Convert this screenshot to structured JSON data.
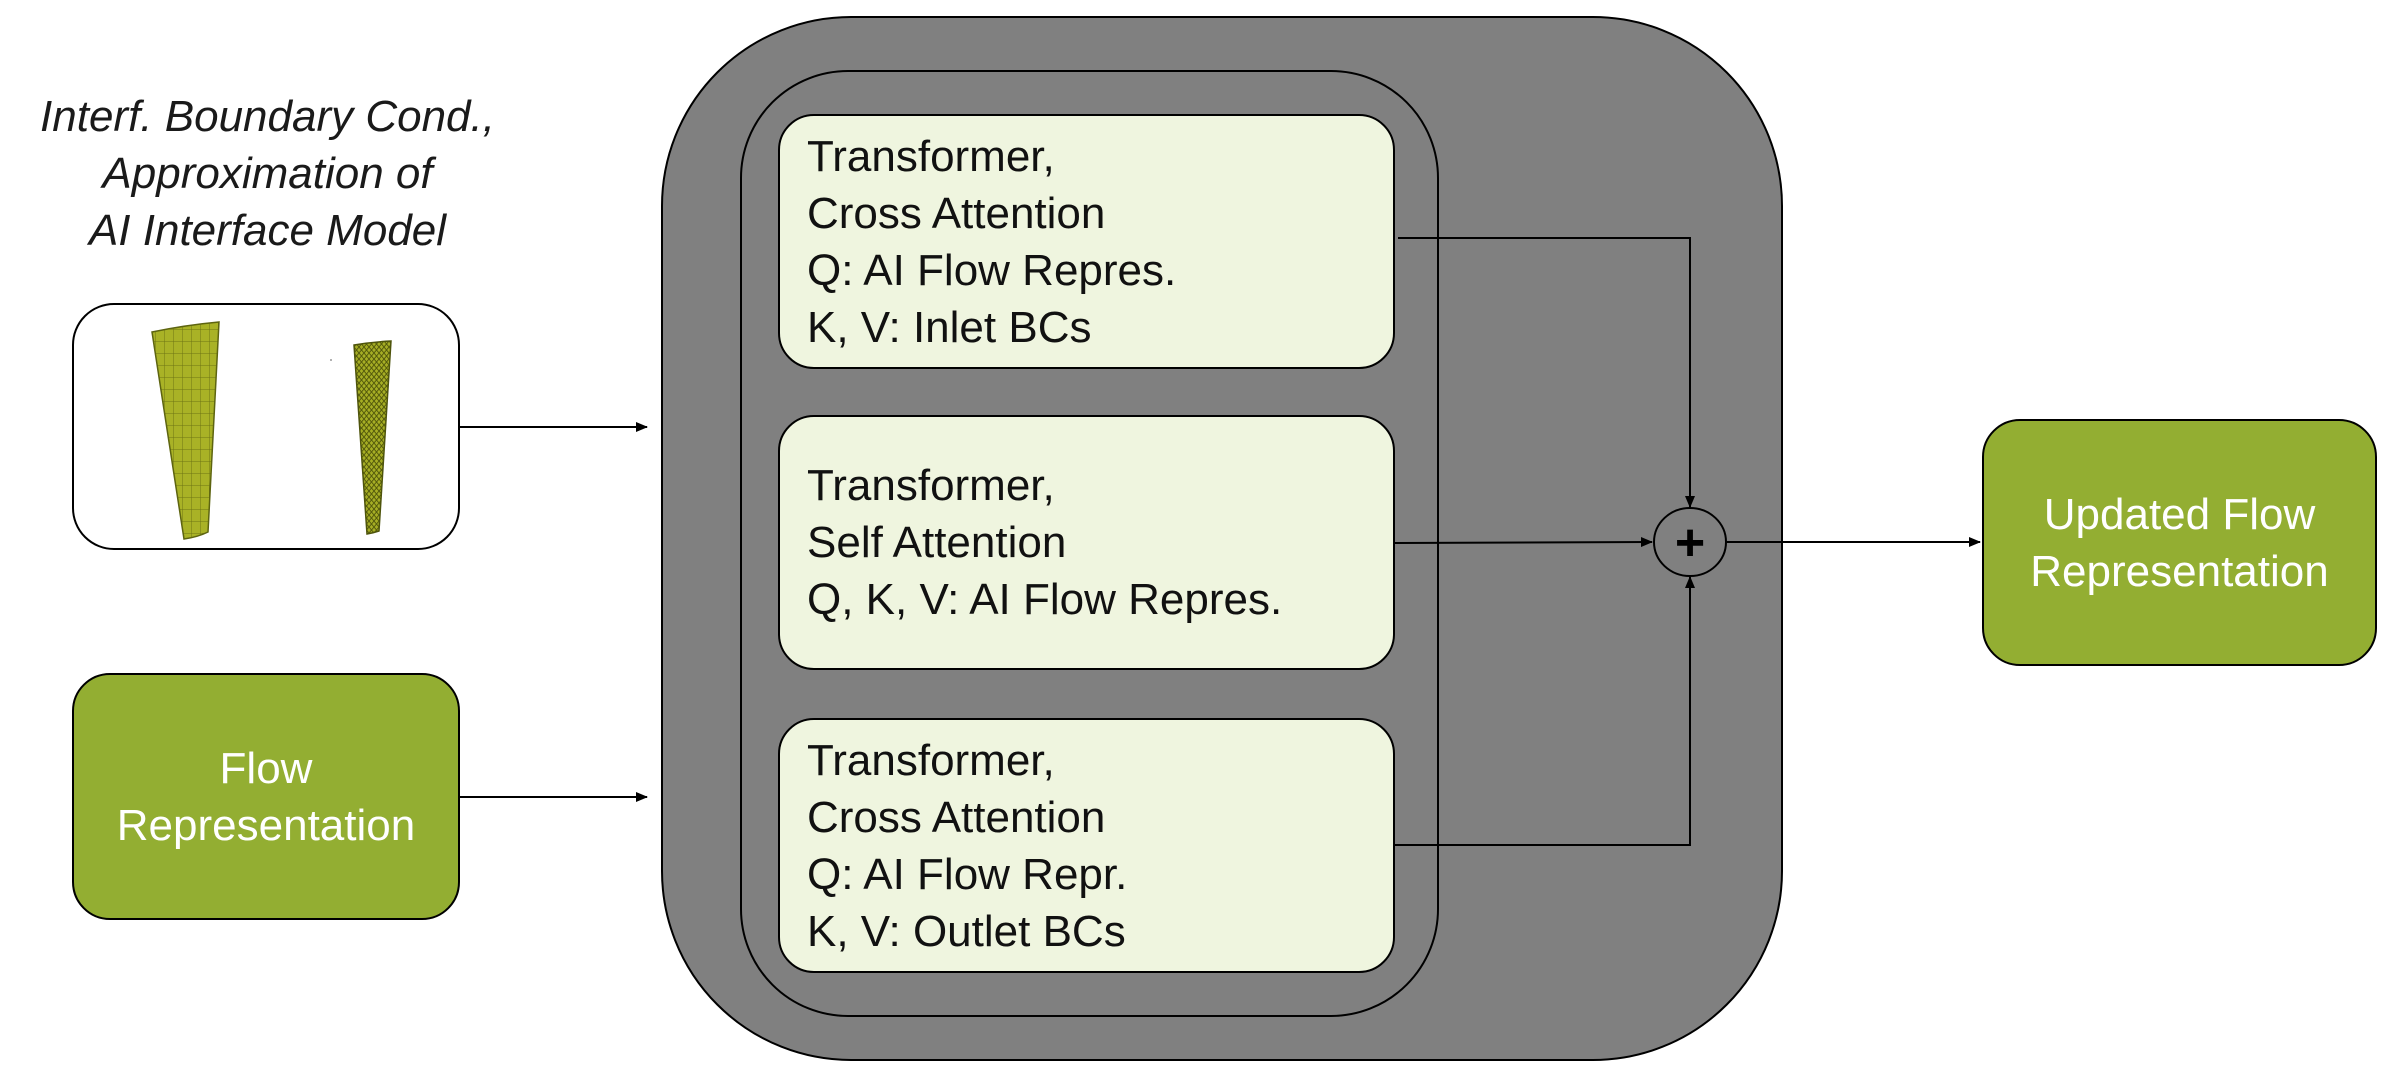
{
  "caption": {
    "line1": "Interf. Boundary Cond.,",
    "line2": "Approximation of",
    "line3": "AI Interface Model"
  },
  "flow_representation": {
    "line1": "Flow",
    "line2": "Representation"
  },
  "transformers": [
    {
      "line1": "Transformer,",
      "line2": "Cross Attention",
      "line3": "Q: AI Flow Repres.",
      "line4": "K, V: Inlet BCs"
    },
    {
      "line1": "Transformer,",
      "line2": "Self Attention",
      "line3": "Q, K, V: AI Flow Repres."
    },
    {
      "line1": "Transformer,",
      "line2": "Cross Attention",
      "line3": "Q: AI Flow Repr.",
      "line4": "K, V: Outlet BCs"
    }
  ],
  "sum_symbol": "+",
  "output": {
    "line1": "Updated Flow",
    "line2": "Representation"
  },
  "colors": {
    "green": "#93ae32",
    "transformer_fill": "#eff5df",
    "block_gray": "#808080",
    "mesh_yellow": "#a3ad22"
  }
}
